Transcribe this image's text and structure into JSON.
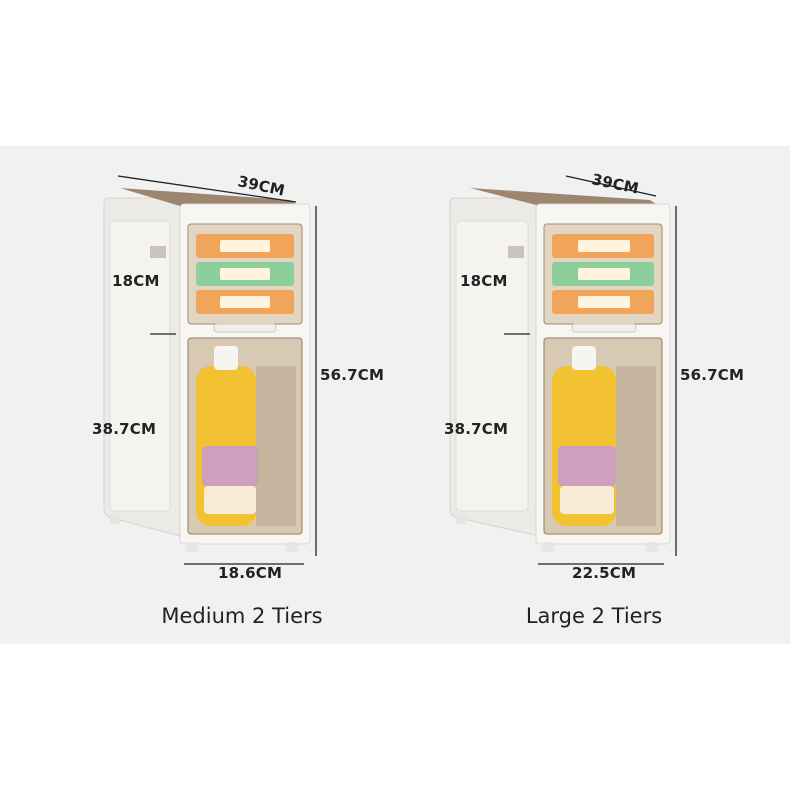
{
  "products": [
    {
      "caption": "Medium 2 Tiers",
      "depth": "39CM",
      "top_drawer_height": "18CM",
      "bottom_drawer_height": "38.7CM",
      "total_height": "56.7CM",
      "width": "18.6CM"
    },
    {
      "caption": "Large 2 Tiers",
      "depth": "39CM",
      "top_drawer_height": "18CM",
      "bottom_drawer_height": "38.7CM",
      "total_height": "56.7CM",
      "width": "22.5CM"
    }
  ],
  "colors": {
    "background_band": "#f1f1f1",
    "cabinet_white": "#f7f6f3",
    "lid_brown": "#9c8670",
    "drawer_tint": "#d8c9b4",
    "bottle_yellow": "#f2c232",
    "label_purple": "#c79ad6",
    "wipes_green": "#8ccf9a",
    "wipes_orange": "#f0a55a"
  }
}
